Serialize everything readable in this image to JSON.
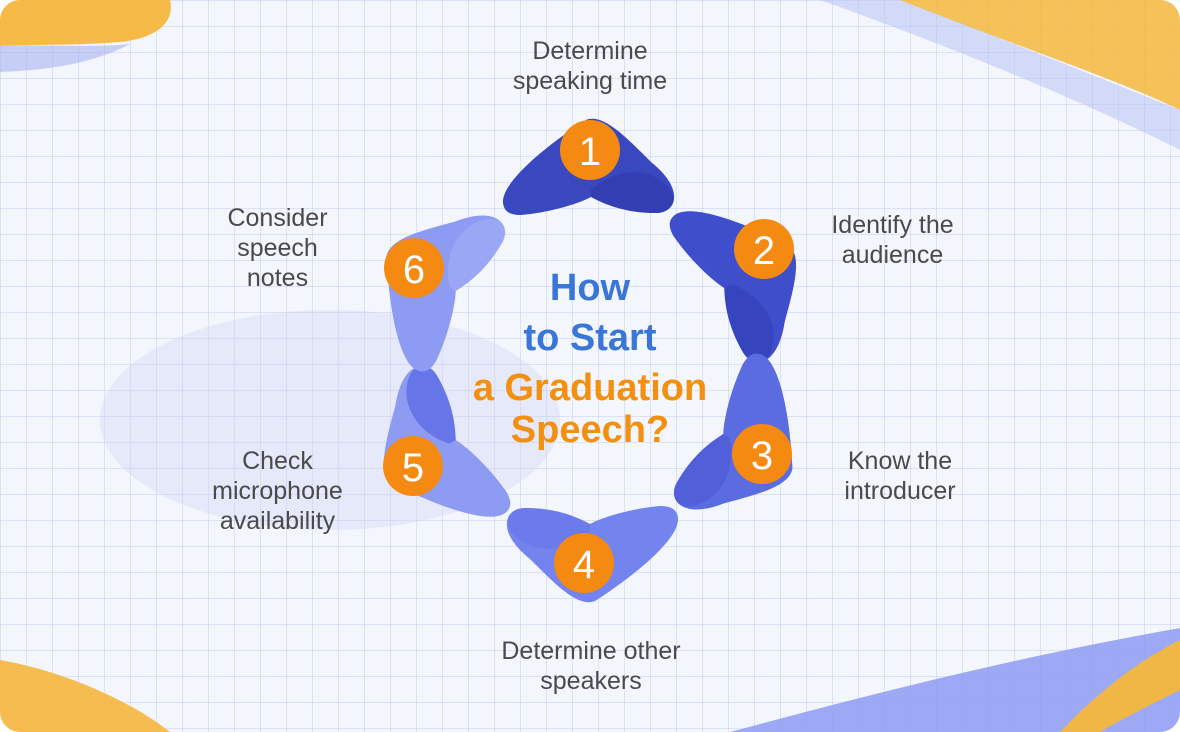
{
  "title": {
    "line1": "How",
    "line2": "to Start",
    "line3": "a Graduation",
    "line4": "Speech?"
  },
  "colors": {
    "title_blue": "#3a76d8",
    "title_orange": "#f4900f",
    "badge_orange": "#f48a12",
    "dark_blue": "#3a48bf",
    "light_blue": "#8d9bf2",
    "accent_yellow": "#f5b73c"
  },
  "steps": [
    {
      "number": "1",
      "label": "Determine\nspeaking time"
    },
    {
      "number": "2",
      "label": "Identify the\naudience"
    },
    {
      "number": "3",
      "label": "Know the\nintroducer"
    },
    {
      "number": "4",
      "label": "Determine other\nspeakers"
    },
    {
      "number": "5",
      "label": "Check\nmicrophone\navailability"
    },
    {
      "number": "6",
      "label": "Consider\nspeech\nnotes"
    }
  ]
}
